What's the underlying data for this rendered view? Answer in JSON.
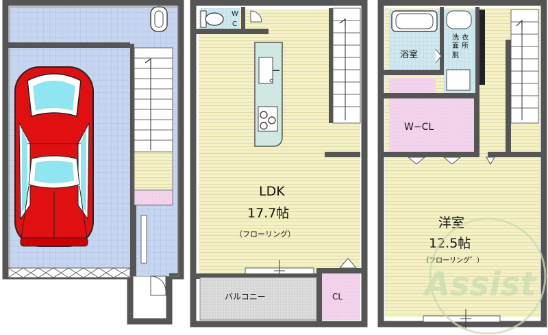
{
  "rooms": {
    "ldk": {
      "name": "LDK",
      "area": "17.7帖",
      "floor": "（フローリング）"
    },
    "western": {
      "name": "洋室",
      "area": "12.5帖",
      "floor": "（フローリング゛）"
    },
    "wc_top": "W",
    "wc_bottom": "C",
    "bath": "浴室",
    "wash": [
      "洗",
      "面",
      "脱",
      "衣",
      "所"
    ],
    "wcl": "W−CL",
    "balcony": "バルコニー",
    "cl": "CL"
  },
  "watermark": "Assist",
  "colors": {
    "wall": "#555555",
    "garage": "#c7d6f0",
    "flooring": "#f4f1c6",
    "pink": "#f3d3ec",
    "bath": "#cfe8ef",
    "balcony": "#dcdcdc",
    "counter": "#cfe8e2",
    "car": "#e01010",
    "watermark": "#c9dcb0"
  }
}
